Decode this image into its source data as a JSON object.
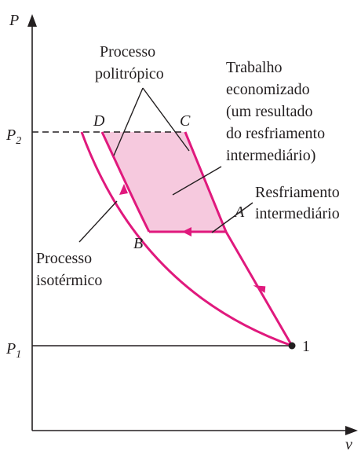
{
  "axes": {
    "y_label": "P",
    "x_label": "v",
    "p2_base": "P",
    "p2_sub": "2",
    "p1_base": "P",
    "p1_sub": "1"
  },
  "points": {
    "D": "D",
    "C": "C",
    "B": "B",
    "A": "A",
    "one": "1"
  },
  "annotations": {
    "polytropic": [
      "Processo",
      "politrópico"
    ],
    "work_saved": [
      "Trabalho",
      "economizado",
      "(um resultado",
      "do resfriamento",
      "intermediário)"
    ],
    "intercooling": [
      "Resfriamento",
      "intermediário"
    ],
    "isothermal": [
      "Processo",
      "isotérmico"
    ]
  },
  "colors": {
    "curve": "#e0197d",
    "shade": "#f6c9de",
    "axis": "#231f20",
    "text": "#231f20"
  }
}
